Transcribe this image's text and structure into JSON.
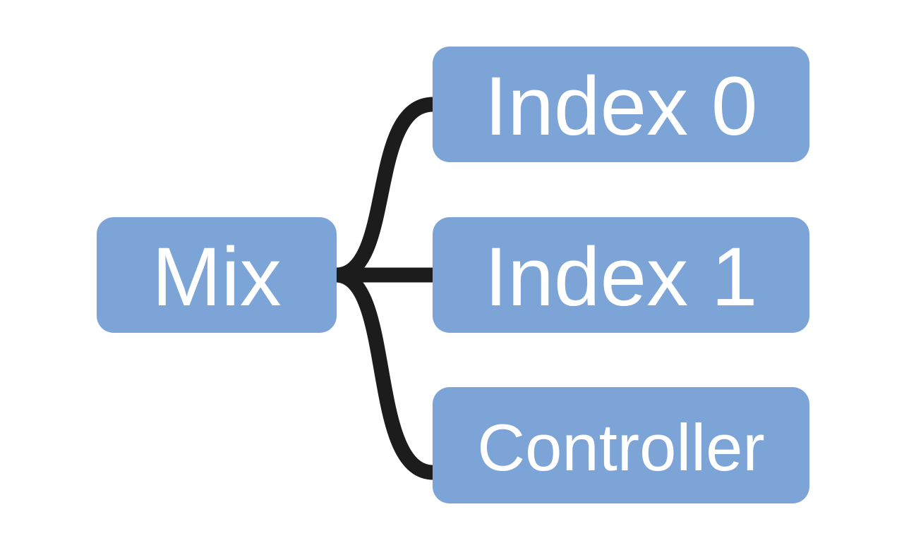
{
  "diagram": {
    "root": {
      "label": "Mix"
    },
    "children": [
      {
        "label": "Index 0"
      },
      {
        "label": "Index 1"
      },
      {
        "label": "Controller"
      }
    ],
    "colors": {
      "node_fill": "#7da4d7",
      "node_text": "#ffffff",
      "connector": "#1c1c1c",
      "background": "#ffffff"
    }
  }
}
